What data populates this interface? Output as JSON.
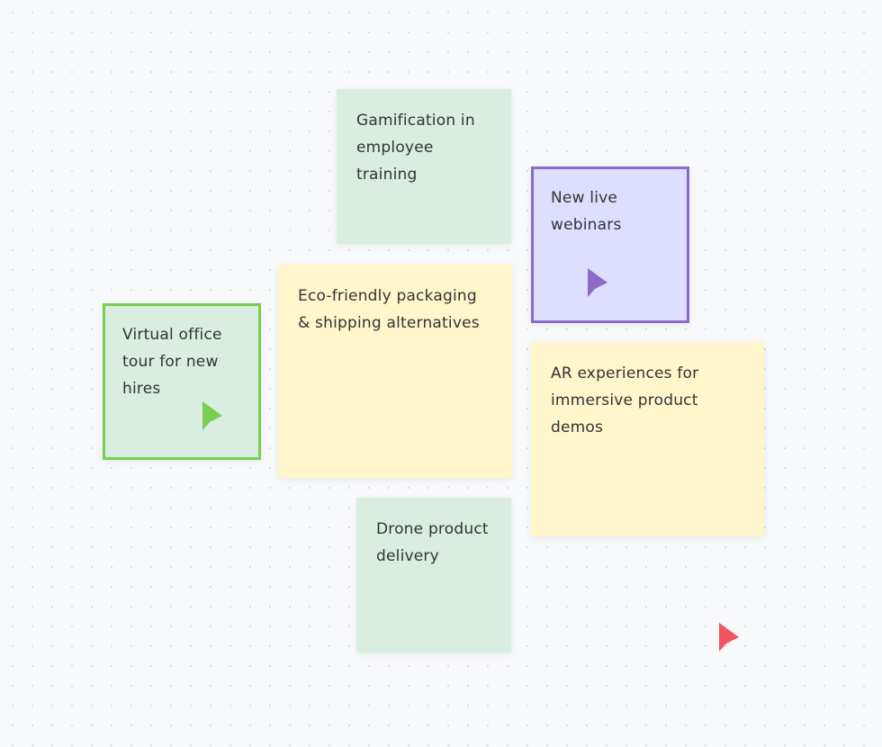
{
  "board": {
    "notes": [
      {
        "id": "gamification",
        "text": "Gamification in employee training",
        "color": "#d9ede0"
      },
      {
        "id": "webinars",
        "text": "New live webinars",
        "color": "#dedeff",
        "selected_by": "purple-user"
      },
      {
        "id": "eco",
        "text": "Eco-friendly packaging & shipping alternatives",
        "color": "#fff6cc"
      },
      {
        "id": "virtual",
        "text": "Virtual office tour for new hires",
        "color": "#d9ede0",
        "selected_by": "green-user"
      },
      {
        "id": "ar",
        "text": "AR experiences for immersive product demos",
        "color": "#fff6cc"
      },
      {
        "id": "drone",
        "text": "Drone product delivery",
        "color": "#d9ede0"
      }
    ],
    "cursors": [
      {
        "id": "green-user",
        "icon": "cursor-arrow-icon",
        "color": "#79cf50"
      },
      {
        "id": "purple-user",
        "icon": "cursor-arrow-icon",
        "color": "#8c6bc8"
      },
      {
        "id": "red-user",
        "icon": "cursor-arrow-icon",
        "color": "#f25561"
      }
    ]
  }
}
